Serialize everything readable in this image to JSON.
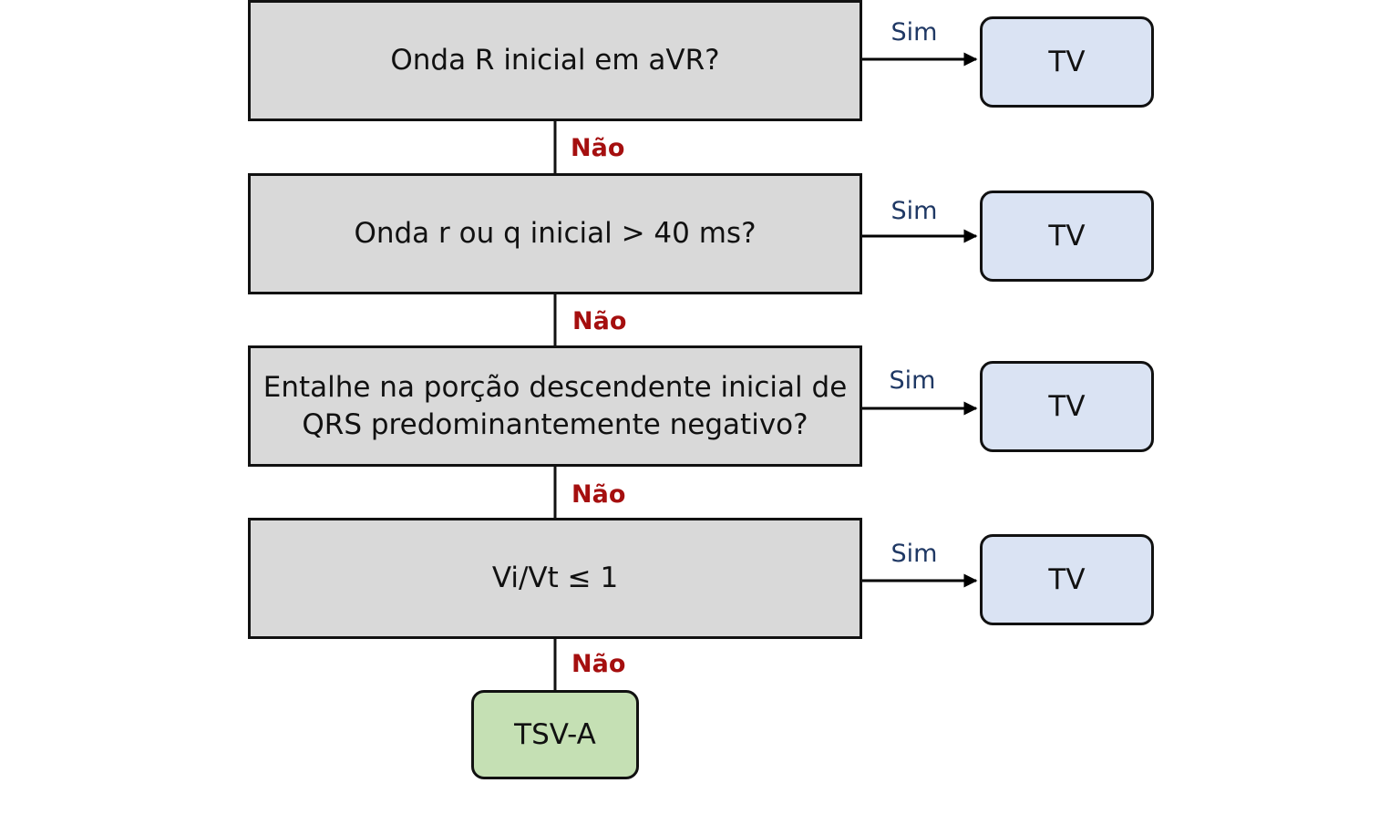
{
  "steps": [
    {
      "question": "Onda R inicial em aVR?",
      "yes_label": "Sim",
      "yes_result": "TV",
      "no_label": "Não"
    },
    {
      "question": "Onda r ou q inicial > 40 ms?",
      "yes_label": "Sim",
      "yes_result": "TV",
      "no_label": "Não"
    },
    {
      "question": "Entalhe na porção descendente inicial de QRS predominantemente negativo?",
      "yes_label": "Sim",
      "yes_result": "TV",
      "no_label": "Não"
    },
    {
      "question": "Vi/Vt ≤  1",
      "yes_label": "Sim",
      "yes_result": "TV",
      "no_label": "Não"
    }
  ],
  "final_result": "TSV-A",
  "colors": {
    "question_fill": "#d9d9d9",
    "yes_result_fill": "#dae3f3",
    "final_result_fill": "#c5e0b4",
    "yes_label_color": "#1f3864",
    "no_label_color": "#a50f0f"
  }
}
